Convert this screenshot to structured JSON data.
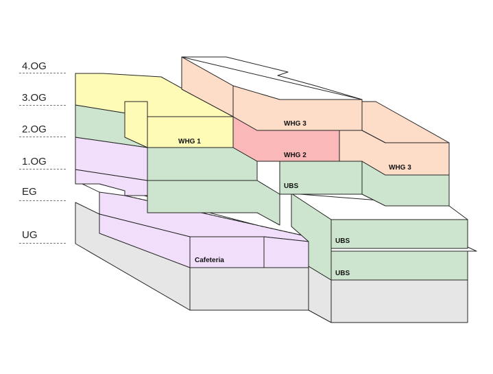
{
  "floors": [
    {
      "label": "4.OG"
    },
    {
      "label": "3.OG"
    },
    {
      "label": "2.OG"
    },
    {
      "label": "1.OG"
    },
    {
      "label": "EG"
    },
    {
      "label": "UG"
    }
  ],
  "units": {
    "whg1": "WHG 1",
    "whg2": "WHG 2",
    "whg3_top": "WHG 3",
    "whg3_right": "WHG 3",
    "ubs_eg": "UBS",
    "ubs_1": "UBS",
    "ubs_2": "UBS",
    "cafeteria": "Cafeteria"
  },
  "colors": {
    "yellow": "#fdfbb6",
    "green": "#cde5cf",
    "lilac": "#f1defb",
    "peach": "#fddcc8",
    "pink": "#fbb8b8",
    "grey": "#e6e6e6",
    "edge": "#222222"
  }
}
